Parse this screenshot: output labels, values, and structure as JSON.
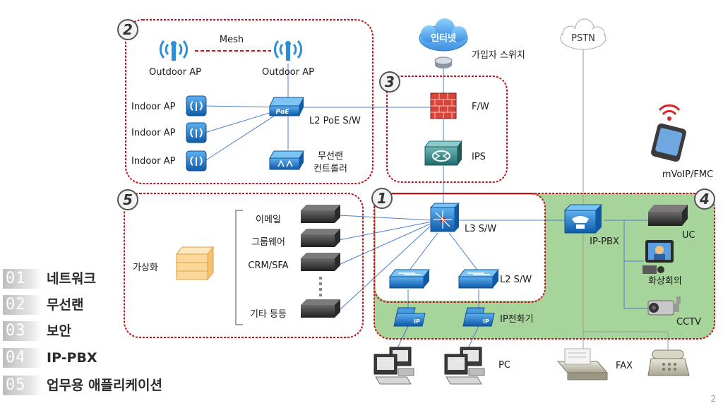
{
  "zones": [
    {
      "number": "1",
      "name": "core"
    },
    {
      "number": "2",
      "name": "wireless"
    },
    {
      "number": "3",
      "name": "security"
    },
    {
      "number": "4",
      "name": "ip-pbx"
    },
    {
      "number": "5",
      "name": "applications"
    }
  ],
  "labels": {
    "mesh": "Mesh",
    "outdoor_ap_1": "Outdoor AP",
    "outdoor_ap_2": "Outdoor AP",
    "indoor_ap_1": "Indoor AP",
    "indoor_ap_2": "Indoor AP",
    "indoor_ap_3": "Indoor AP",
    "poe_switch": "L2 PoE S/W",
    "poe_badge": "PoE",
    "wlan_controller_line1": "무선랜",
    "wlan_controller_line2": "컨트롤러",
    "internet": "인터넷",
    "subscriber_switch": "가입자 스위치",
    "firewall": "F/W",
    "ips": "IPS",
    "pstn": "PSTN",
    "mvoip": "mVoIP/FMC",
    "email": "이메일",
    "groupware": "그룹웨어",
    "crm": "CRM/SFA",
    "others": "기타 등등",
    "virtualization": "가상화",
    "l3_switch": "L3 S/W",
    "l2_switch": "L2 S/W",
    "ip_phone": "IP전화기",
    "pc": "PC",
    "ip_pbx": "IP-PBX",
    "uc": "UC",
    "video_conf": "화상회의",
    "cctv": "CCTV",
    "fax": "FAX",
    "phone_badge": "IP"
  },
  "legend": [
    {
      "num": "01",
      "label": "네트워크"
    },
    {
      "num": "02",
      "label": "무선랜"
    },
    {
      "num": "03",
      "label": "보안"
    },
    {
      "num": "04",
      "label": "IP-PBX"
    },
    {
      "num": "05",
      "label": "업무용 애플리케이션"
    }
  ],
  "page_number": "2",
  "colors": {
    "zone_border": "#c0141c",
    "zone4_fill": "#a6d49a",
    "link_blue": "#4a7fd0",
    "device_blue": "#1e73c8",
    "server_dark": "#3a3a3a"
  }
}
